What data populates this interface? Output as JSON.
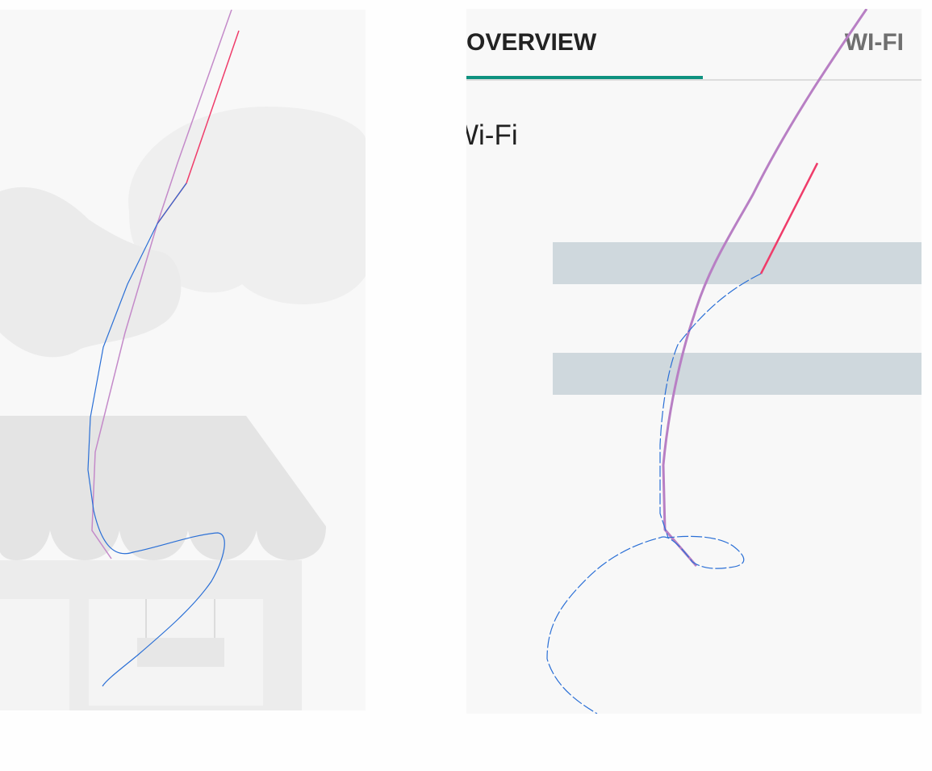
{
  "tabs": [
    {
      "label": "OVERVIEW",
      "selected": true
    },
    {
      "label": "WI-FI",
      "selected": false
    }
  ],
  "section_title": "Wi-Fi",
  "colors": {
    "accent": "#0f9280",
    "loading_bar": "#cfd8dd",
    "trace_blue": "#2a6fd6",
    "trace_purple": "#b87fc4",
    "trace_red": "#ef3c6a"
  },
  "illustration": "storefront-with-clouds"
}
